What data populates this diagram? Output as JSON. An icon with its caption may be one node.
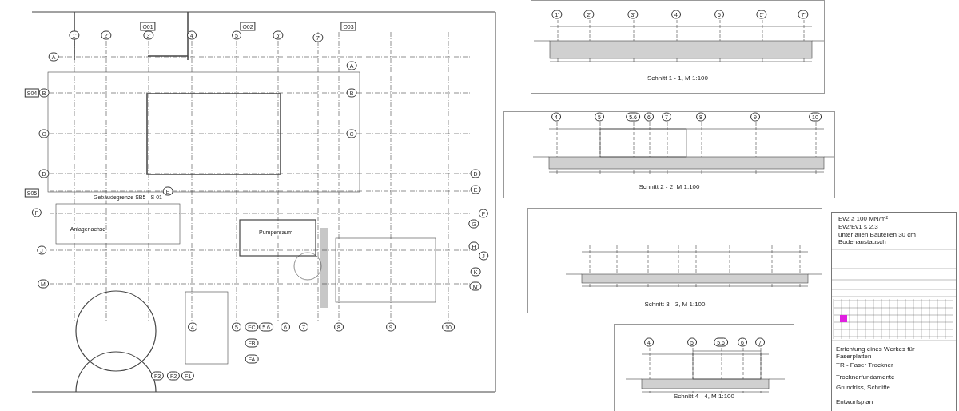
{
  "diagram": {
    "nodes": [
      {
        "text": [
          "Schnitt 1 - 1, M 1:100"
        ]
      },
      {
        "text": [
          "Schnitt 2 - 2, M 1:100"
        ]
      },
      {
        "text": [
          "Schnitt 3 - 3, M 1:100"
        ]
      },
      {
        "text": [
          "Schnitt 4 - 4, M 1:100"
        ]
      },
      {
        "text": [
          "Ev2 ≥ 100 MN/m²",
          "Ev2/Ev1 ≤ 2,3",
          "unter allen Bauteilen 30 cm Bodenaustausch",
          "Errichtung eines Werkes für Faserplatten",
          "TR - Faser Trockner",
          "Trocknerfundamente",
          "Grundriss, Schnitte",
          "Entwurfsplan"
        ]
      }
    ],
    "labels": [
      "O01",
      "O02",
      "O03",
      "1'",
      "2'",
      "3'",
      "4",
      "5",
      "5'",
      "7'",
      "A",
      "B",
      "C",
      "D",
      "E",
      "S04",
      "S05",
      "A",
      "B",
      "C",
      "D",
      "E",
      "F",
      "G",
      "H",
      "J",
      "K",
      "M'",
      "F",
      "J",
      "M",
      "4",
      "5",
      "FC",
      "5.6",
      "6",
      "7",
      "8",
      "9",
      "10",
      "FB",
      "FA",
      "F3",
      "F2",
      "F1",
      "Anlagenachse",
      "Gebäudegrenze SB5 - S 01",
      "Pumpenraum",
      "1'",
      "2'",
      "3'",
      "4",
      "5",
      "5'",
      "7'",
      "4",
      "5",
      "5.6",
      "6",
      "7",
      "8",
      "9",
      "10",
      "4",
      "5",
      "5.6",
      "6",
      "7"
    ]
  }
}
